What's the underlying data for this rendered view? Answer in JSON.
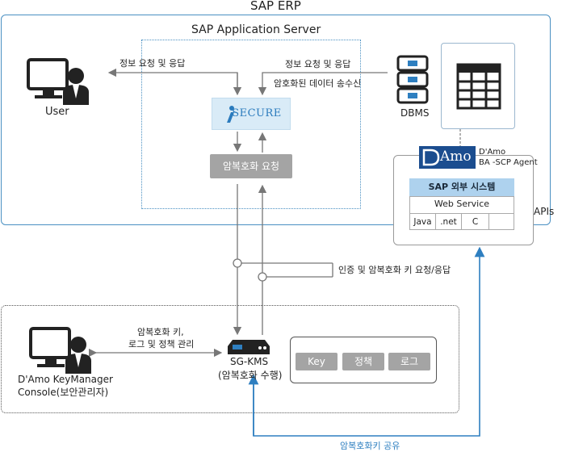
{
  "labels": {
    "sap_erp": "SAP ERP",
    "sap_app_server": "SAP Application Server",
    "user": "User",
    "dbms": "DBMS",
    "isecure": "SECURE",
    "req_info_left": "정보 요청 및 응답",
    "req_info_right": "정보 요청 및 응답",
    "encrypted_data": "암호화된 데이터 송수신",
    "enc_dec_request": "암복호화 요청",
    "damo_agent_line1": "D'Amo",
    "damo_agent_line2": "BA -SCP Agent",
    "damo_logo": "Amo",
    "sap_external": "SAP 외부 시스템",
    "web_service": "Web Service",
    "apis": "APIs",
    "api_cells": [
      "Java",
      ".net",
      "C",
      ""
    ],
    "auth_label": "인증 및 암복호화 키 요청/응답",
    "manage_line1": "암복호화 키,",
    "manage_line2": "로그 및 정책 관리",
    "console_line1": "D'Amo KeyManager",
    "console_line2": "Console(보안관리자)",
    "sgkms_line1": "SG-KMS",
    "sgkms_line2": "(암복호화 수행)",
    "key_btn": "Key",
    "policy_btn": "정책",
    "log_btn": "로그",
    "key_share": "암복호화키 공유"
  },
  "colors": {
    "frame_blue": "#4a90c2",
    "share_arrow": "#2e7fc0",
    "gray_box": "#a4a4a4",
    "sap_external_bg": "#aed2ee",
    "isecure_bg": "#d9ebf7",
    "damo_logo_bg": "#1b4d8f"
  }
}
